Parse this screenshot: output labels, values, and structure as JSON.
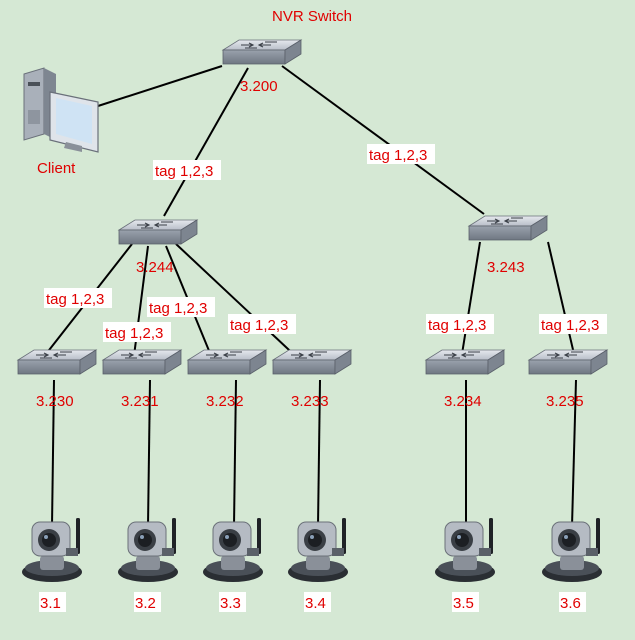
{
  "title": "NVR Switch",
  "client_label": "Client",
  "switches": {
    "root": "3.200",
    "left": "3.244",
    "right": "3.243",
    "s230": "3.230",
    "s231": "3.231",
    "s232": "3.232",
    "s233": "3.233",
    "s234": "3.234",
    "s235": "3.235"
  },
  "tags": {
    "root_left": "tag 1,2,3",
    "root_right": "tag 1,2,3",
    "l_230": "tag 1,2,3",
    "l_231": "tag 1,2,3",
    "l_232": "tag 1,2,3",
    "l_233": "tag 1,2,3",
    "r_234": "tag 1,2,3",
    "r_235": "tag 1,2,3"
  },
  "cameras": {
    "c1": "3.1",
    "c2": "3.2",
    "c3": "3.3",
    "c4": "3.4",
    "c5": "3.5",
    "c6": "3.6"
  },
  "colors": {
    "background": "#d5e8d4",
    "label": "#e00000"
  }
}
